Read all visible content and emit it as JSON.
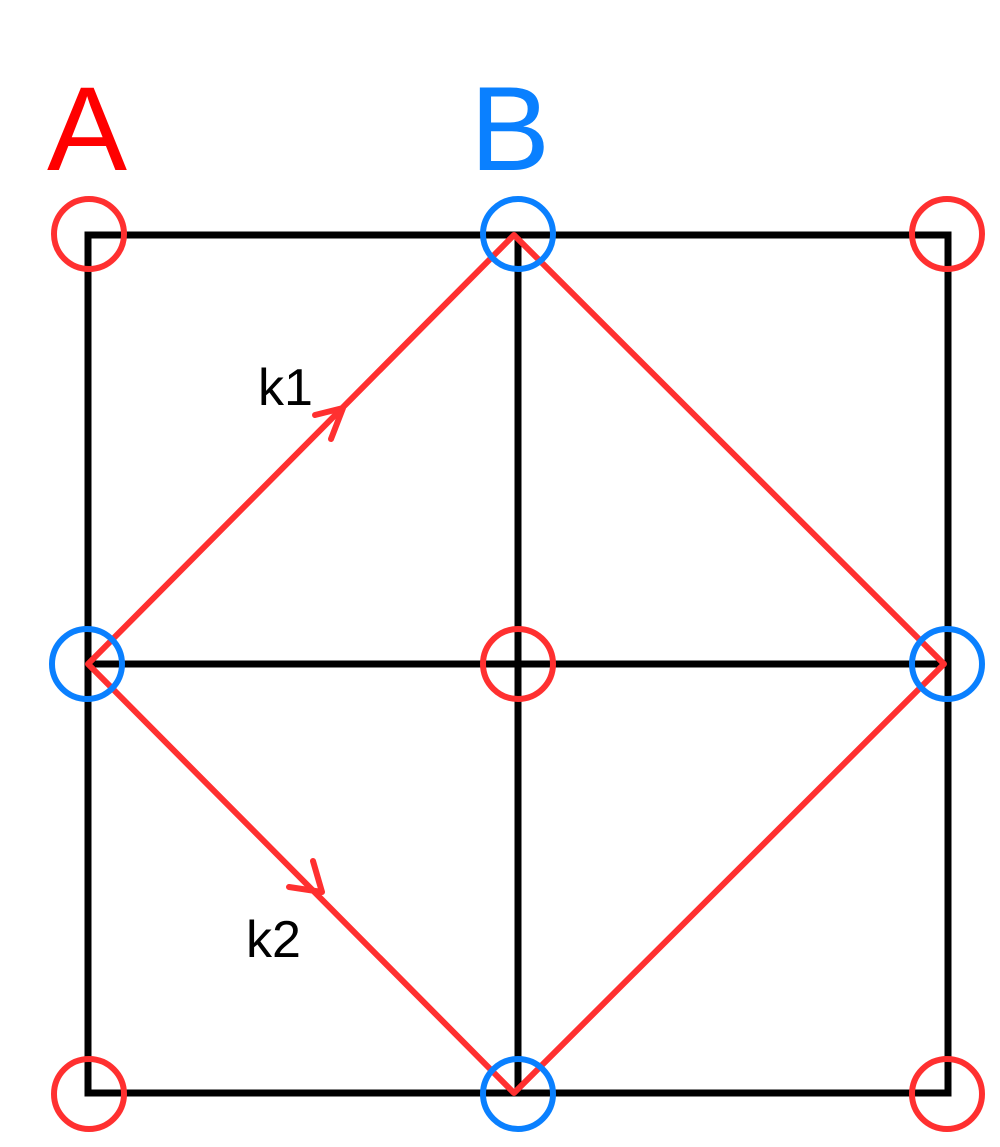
{
  "labels": {
    "sublattice_a": "A",
    "sublattice_b": "B",
    "vector_1": "k1",
    "vector_2": "k2"
  },
  "colors": {
    "sublattice_a": "#ff0000",
    "sublattice_b": "#0a80ff",
    "grid": "#000000",
    "path": "#ff3030",
    "site_a_circle": "#ff3030",
    "site_b_circle": "#0a80ff"
  }
}
